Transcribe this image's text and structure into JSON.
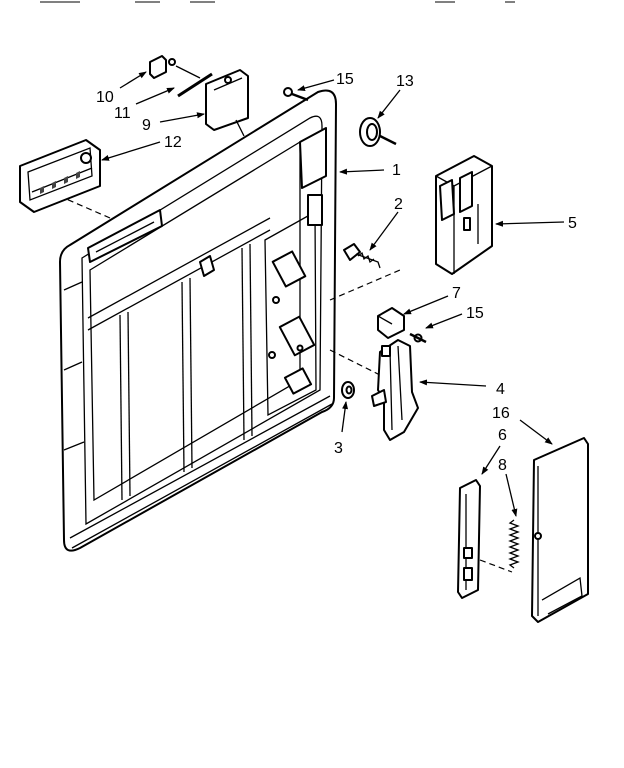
{
  "callouts": {
    "c1": "1",
    "c2": "2",
    "c3": "3",
    "c4": "4",
    "c5": "5",
    "c6": "6",
    "c7": "7",
    "c8": "8",
    "c9": "9",
    "c10": "10",
    "c11": "11",
    "c12": "12",
    "c13": "13",
    "c15a": "15",
    "c15b": "15",
    "c16": "16"
  }
}
